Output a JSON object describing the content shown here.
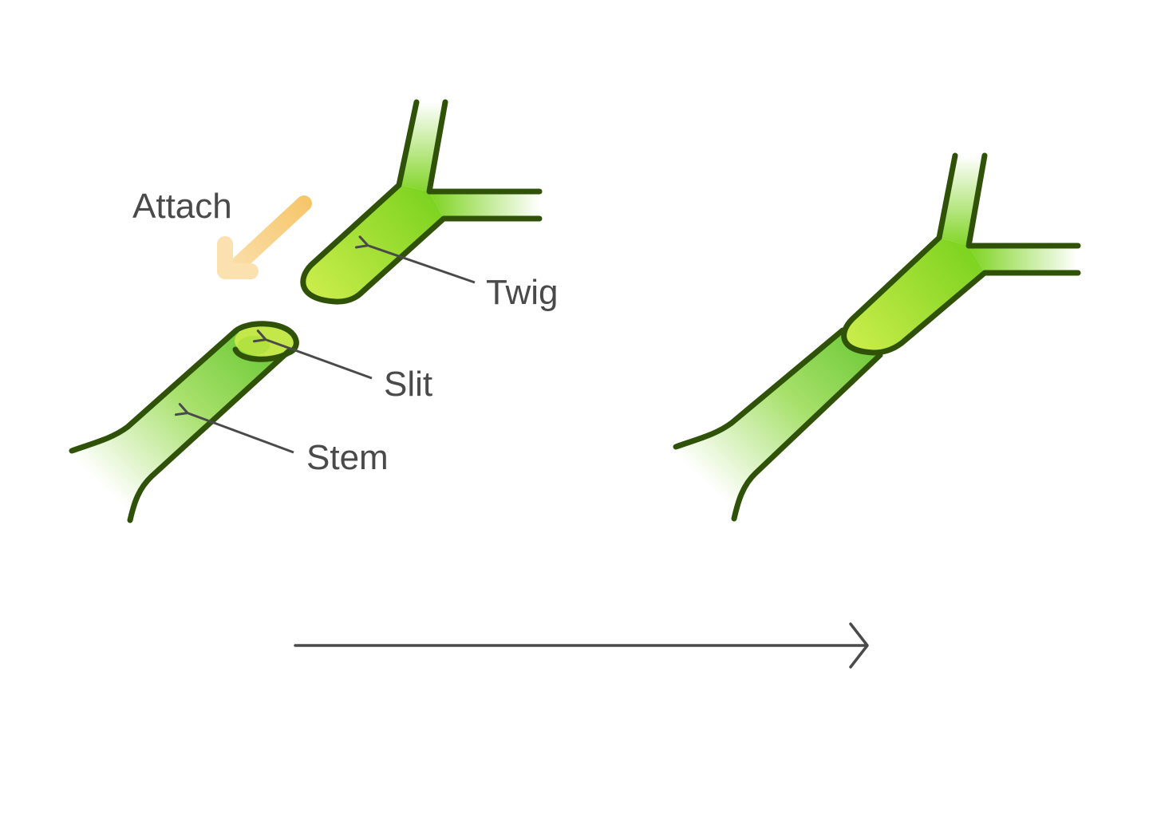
{
  "labels": {
    "attach": "Attach",
    "twig": "Twig",
    "slit": "Slit",
    "stem": "Stem"
  },
  "colors": {
    "outline": "#2f5208",
    "plant_green": "#7ed321",
    "cut_face": "#c4e84a",
    "attach_arrow": "#f6c66b",
    "pointer": "#4a4a4a"
  },
  "icons": {
    "attach_arrow": "arrow-down-left-icon",
    "progression_arrow": "arrow-right-icon"
  }
}
